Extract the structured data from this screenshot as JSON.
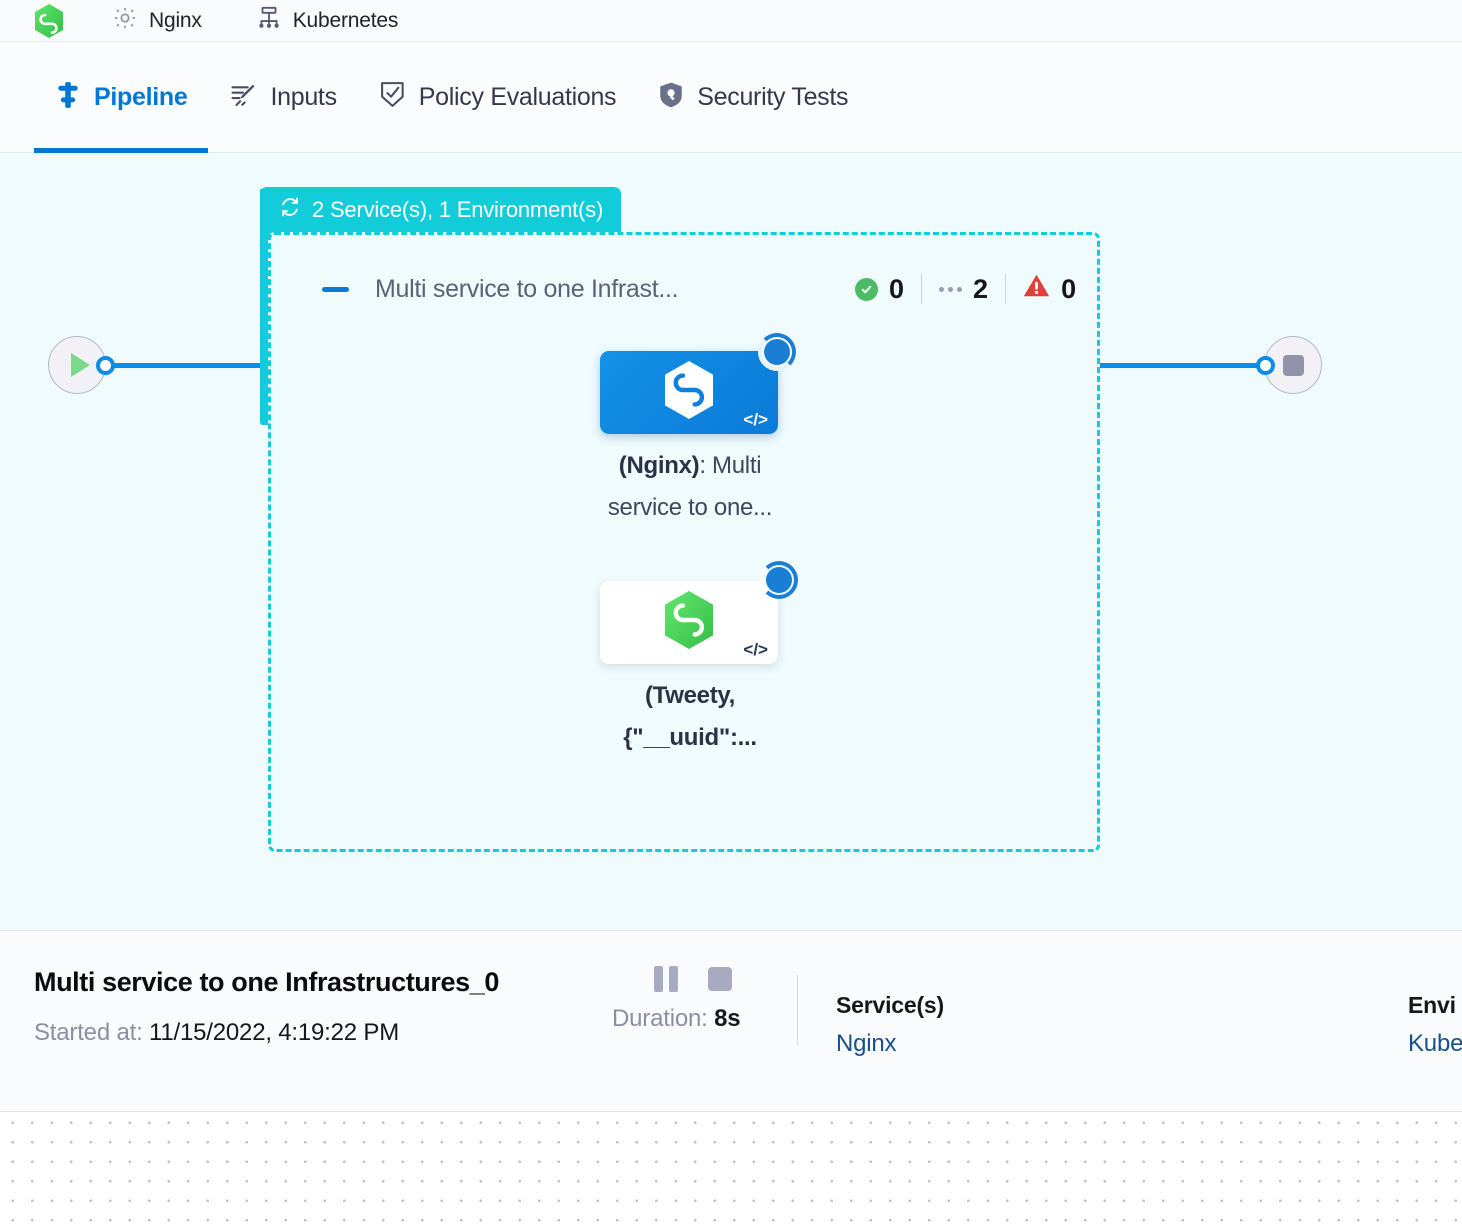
{
  "topbar": {
    "items": [
      {
        "icon": "harness-hexagon-logo-icon",
        "label": ""
      },
      {
        "icon": "gear-icon",
        "label": "Nginx"
      },
      {
        "icon": "infrastructure-icon",
        "label": "Kubernetes"
      }
    ]
  },
  "tabs": [
    {
      "id": "pipeline",
      "label": "Pipeline",
      "icon": "pipeline-icon",
      "active": true
    },
    {
      "id": "inputs",
      "label": "Inputs",
      "icon": "inputs-icon",
      "active": false
    },
    {
      "id": "policy-evaluations",
      "label": "Policy Evaluations",
      "icon": "policy-shield-check-icon",
      "active": false
    },
    {
      "id": "security-tests",
      "label": "Security Tests",
      "icon": "security-shield-icon",
      "active": false
    }
  ],
  "canvas": {
    "group": {
      "badge_label": "2 Service(s), 1 Environment(s)",
      "badge_icon": "loop-matrix-icon",
      "title": "Multi service to one Infrast...",
      "collapse_icon": "collapse-dash-icon",
      "counters": [
        {
          "icon": "success-check-icon",
          "value": "0"
        },
        {
          "icon": "pending-dots-icon",
          "value": "2"
        },
        {
          "icon": "warning-triangle-icon",
          "value": "0"
        }
      ]
    },
    "nodes": [
      {
        "id": "nginx-service-node",
        "style": "blue",
        "logo": "harness-hexagon-logo-icon",
        "code_glyph": "</>",
        "status_icon": "running-spinner-icon",
        "label_bold": "(Nginx)",
        "label_rest": ": Multi",
        "label_line2": "service to one..."
      },
      {
        "id": "tweety-service-node",
        "style": "white",
        "logo": "harness-hexagon-logo-icon",
        "code_glyph": "</>",
        "status_icon": "running-spinner-icon",
        "label_bold": "(Tweety,",
        "label_rest": "",
        "label_line2": "{\"__uuid\":..."
      }
    ],
    "start_node": {
      "icon": "play-icon"
    },
    "end_node": {
      "icon": "stop-icon"
    }
  },
  "details": {
    "title": "Multi service to one Infrastructures_0",
    "started_label": "Started at:",
    "started_value": "11/15/2022, 4:19:22 PM",
    "pause_icon": "pause-icon",
    "stop_icon": "stop-icon",
    "duration_label": "Duration:",
    "duration_value": "8s",
    "services_header": "Service(s)",
    "services_value": "Nginx",
    "environments_header": "Envi",
    "environments_value": "Kube"
  },
  "colors": {
    "accent_blue": "#0278d5",
    "teal": "#12cdd9",
    "canvas_bg": "#effbfc",
    "success_green": "#4dba66",
    "warning_red": "#e13f38",
    "link_blue": "#17518d"
  }
}
